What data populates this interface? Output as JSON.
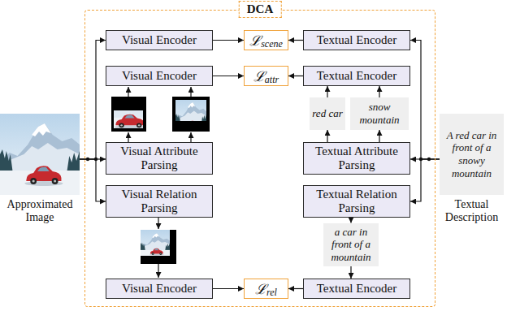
{
  "diagram": {
    "nodes": [
      {
        "text": [
          "DCA"
        ]
      },
      {
        "text": [
          "Visual Encoder"
        ],
        "in": 0
      },
      {
        "text": [
          "ℒ",
          "scene"
        ],
        "in": 0
      },
      {
        "text": [
          "Textual Encoder"
        ],
        "in": 0
      },
      {
        "text": [
          "Visual Encoder"
        ],
        "in": 0
      },
      {
        "text": [
          "ℒ",
          "attr"
        ],
        "in": 0
      },
      {
        "text": [
          "Textual Encoder"
        ],
        "in": 0
      },
      {
        "text": [
          "red car"
        ],
        "in": 0
      },
      {
        "text": [
          "snow mountain"
        ],
        "in": 0
      },
      {
        "text": [
          "Visual Attribute Parsing"
        ],
        "in": 0
      },
      {
        "text": [
          "Textual Attribute Parsing"
        ],
        "in": 0
      },
      {
        "text": [
          "Visual Relation Parsing"
        ],
        "in": 0
      },
      {
        "text": [
          "Textual Relation Parsing"
        ],
        "in": 0
      },
      {
        "text": [
          "a car in front of a mountain"
        ],
        "in": 0
      },
      {
        "text": [
          "Visual Encoder"
        ],
        "in": 0
      },
      {
        "text": [
          "ℒ",
          "rel"
        ],
        "in": 0
      },
      {
        "text": [
          "Textual Encoder"
        ],
        "in": 0
      },
      {
        "text": [
          "Approximated Image"
        ]
      },
      {
        "text": [
          "A red car in front of a snowy mountain",
          "Textual Description"
        ]
      }
    ],
    "edges": [
      {
        "from": 17,
        "to": 1,
        "arrow": "to"
      },
      {
        "from": 17,
        "to": 9,
        "arrow": "to"
      },
      {
        "from": 17,
        "to": 11,
        "arrow": "to"
      },
      {
        "from": 18,
        "to": 3,
        "arrow": "to"
      },
      {
        "from": 18,
        "to": 10,
        "arrow": "to"
      },
      {
        "from": 18,
        "to": 12,
        "arrow": "to"
      },
      {
        "from": 1,
        "to": 2,
        "arrow": "to"
      },
      {
        "from": 3,
        "to": 2,
        "arrow": "to"
      },
      {
        "from": 4,
        "to": 5,
        "arrow": "to"
      },
      {
        "from": 6,
        "to": 5,
        "arrow": "to"
      },
      {
        "from": 14,
        "to": 15,
        "arrow": "to"
      },
      {
        "from": 16,
        "to": 15,
        "arrow": "to"
      },
      {
        "from": 10,
        "to": 7,
        "arrow": "to"
      },
      {
        "from": 10,
        "to": 8,
        "arrow": "to"
      },
      {
        "from": 7,
        "to": 6,
        "arrow": "to"
      },
      {
        "from": 8,
        "to": 6,
        "arrow": "to"
      },
      {
        "from": 12,
        "to": 13,
        "arrow": "to"
      },
      {
        "from": 13,
        "to": 16,
        "arrow": "to"
      }
    ]
  }
}
